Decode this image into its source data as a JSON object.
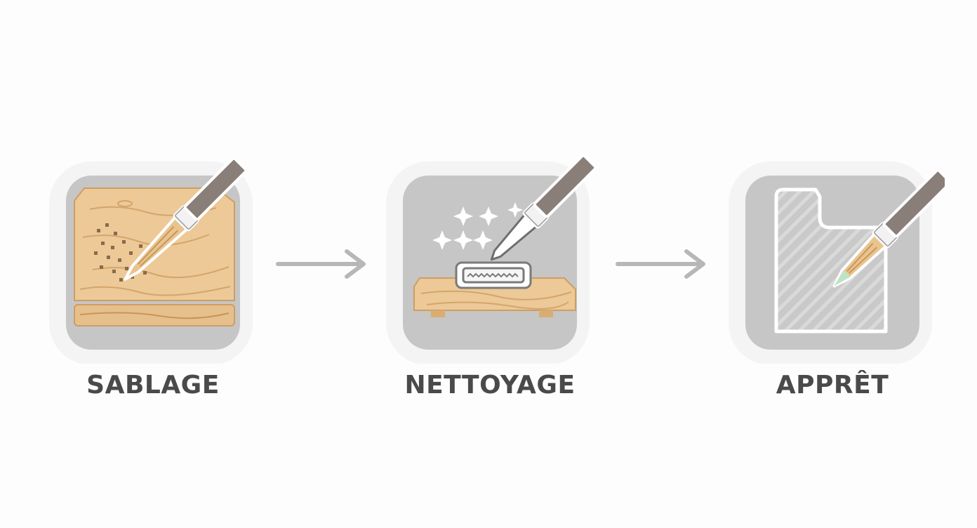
{
  "steps": [
    {
      "label": "SABLAGE",
      "icon": "sanding-board-brush-icon"
    },
    {
      "label": "NETTOYAGE",
      "icon": "cleaning-board-sparkle-icon"
    },
    {
      "label": "APPRÊT",
      "icon": "primer-brush-icon"
    }
  ],
  "connectors": [
    {
      "icon": "arrow-right-icon"
    },
    {
      "icon": "arrow-right-icon"
    }
  ],
  "colors": {
    "tile": "#c6c6c6",
    "wood": "#e8c590",
    "wood_dark": "#c9975a",
    "brush_handle": "#8a7f78",
    "brush_ferrule": "#f2f2f2",
    "label": "#4a4a4a",
    "arrow": "#b7b7b7",
    "primer_tip": "#bfe3c4"
  }
}
